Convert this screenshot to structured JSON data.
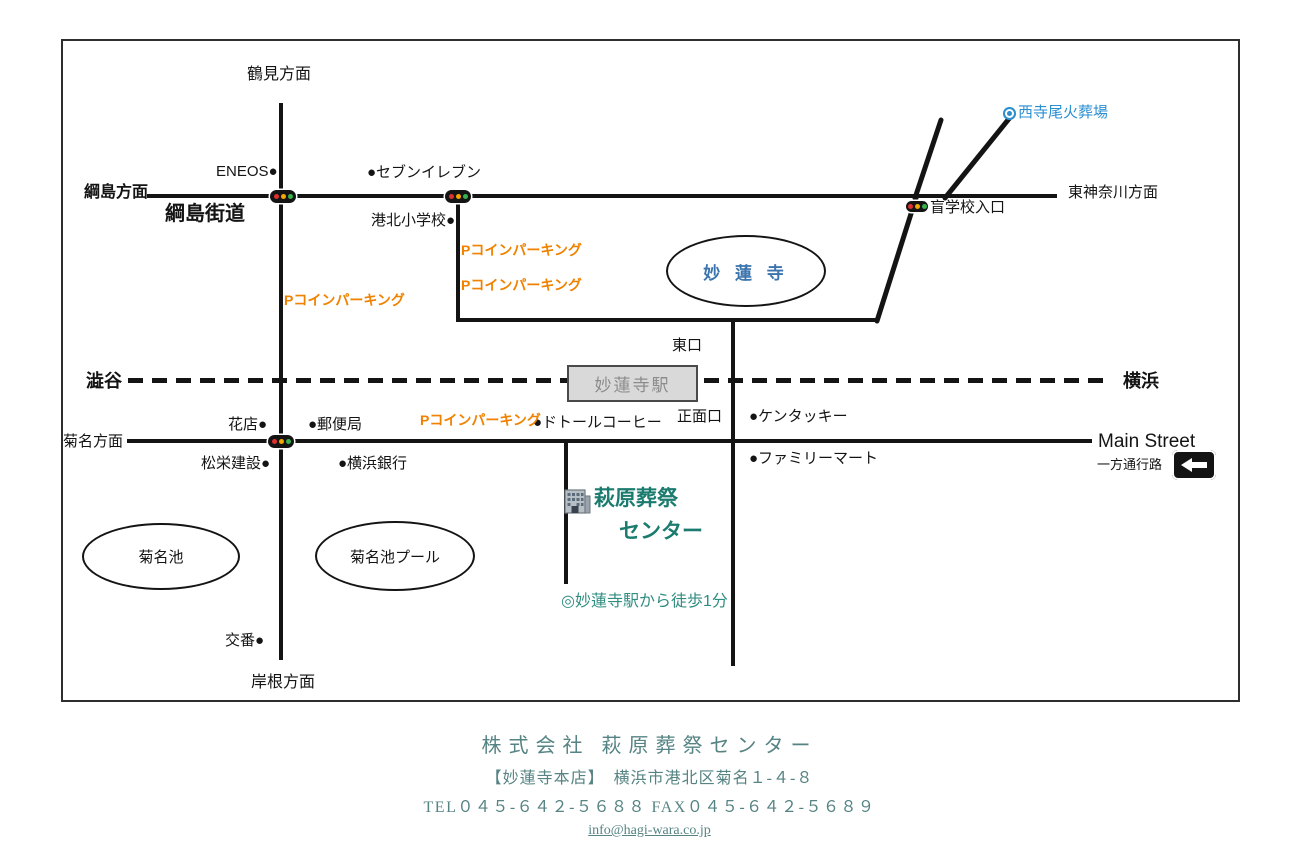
{
  "colors": {
    "road": "#141414",
    "parking_orange": "#f08200",
    "temple_blue": "#3c74ad",
    "crematorium_blue": "#2b8fd0",
    "company_teal": "#1b7b6e",
    "walk_note_teal": "#2f8d80",
    "footer_teal": "#568383",
    "station_fill": "#d9d9d9",
    "traffic_red": "#e03131",
    "traffic_yellow": "#f5a800",
    "traffic_green": "#37b24d"
  },
  "map": {
    "directions": {
      "tsurumi": "鶴見方面",
      "tsunashima": "綱島方面",
      "higashi_kanagawa": "東神奈川方面",
      "shibuya": "澁谷",
      "yokohama": "横浜",
      "kikuna": "菊名方面",
      "kishine": "岸根方面"
    },
    "roads": {
      "tsunashima_kaido": "綱島街道",
      "main_street": "Main Street",
      "one_way": "一方通行路"
    },
    "station": {
      "name": "妙蓮寺駅",
      "east_exit": "東口",
      "front_exit": "正面口"
    },
    "landmarks": {
      "eneos": "ENEOS●",
      "seven_eleven": "●セブンイレブン",
      "kohoku_elementary": "港北小学校●",
      "nishiterao_crematorium": "西寺尾火葬場",
      "school_for_blind_entrance": "盲学校入口",
      "myorenji_temple": "妙 蓮 寺",
      "kentucky": "●ケンタッキー",
      "flower_shop": "花店●",
      "post_office": "●郵便局",
      "doutor_coffee": "●ドトールコーヒー",
      "shoei_construction": "松栄建設●",
      "yokohama_bank": "●横浜銀行",
      "family_mart": "●ファミリーマート",
      "kikuna_pond": "菊名池",
      "kikuna_pond_pool": "菊名池プール",
      "police_box": "交番●",
      "coin_parking": "Pコインパーキング",
      "hagiwara_line1": "萩原葬祭",
      "hagiwara_line2": "センター",
      "walk_note": "◎妙蓮寺駅から徒歩1分"
    }
  },
  "footer": {
    "company": "株式会社 萩原葬祭センター",
    "address": "【妙蓮寺本店】　横浜市港北区菊名１-４-８",
    "tel_fax": "TEL０４５-６４２-５６８８  FAX０４５-６４２-５６８９",
    "email": "info@hagi-wara.co.jp"
  }
}
